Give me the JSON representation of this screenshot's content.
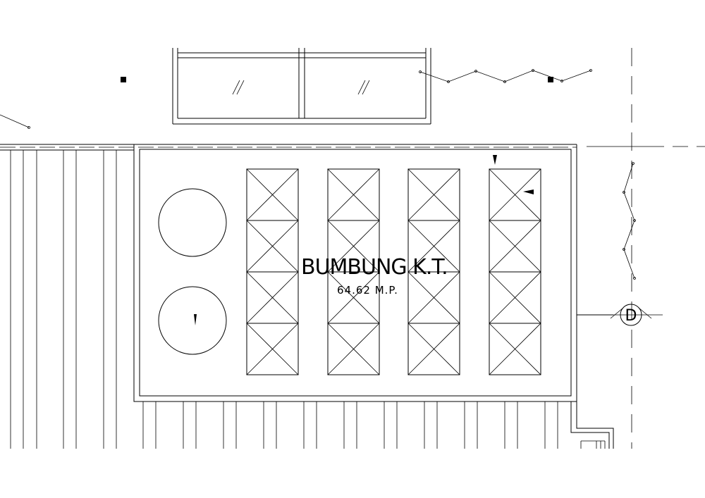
{
  "room": {
    "name": "BUMBUNG K.T.",
    "area": "64.62  M.P."
  },
  "grid_marker": {
    "label": "D"
  },
  "units": {
    "count": 4,
    "cells_per_unit": 4
  },
  "tanks": {
    "count": 2
  },
  "colors": {
    "line": "#000000",
    "background": "#ffffff"
  }
}
